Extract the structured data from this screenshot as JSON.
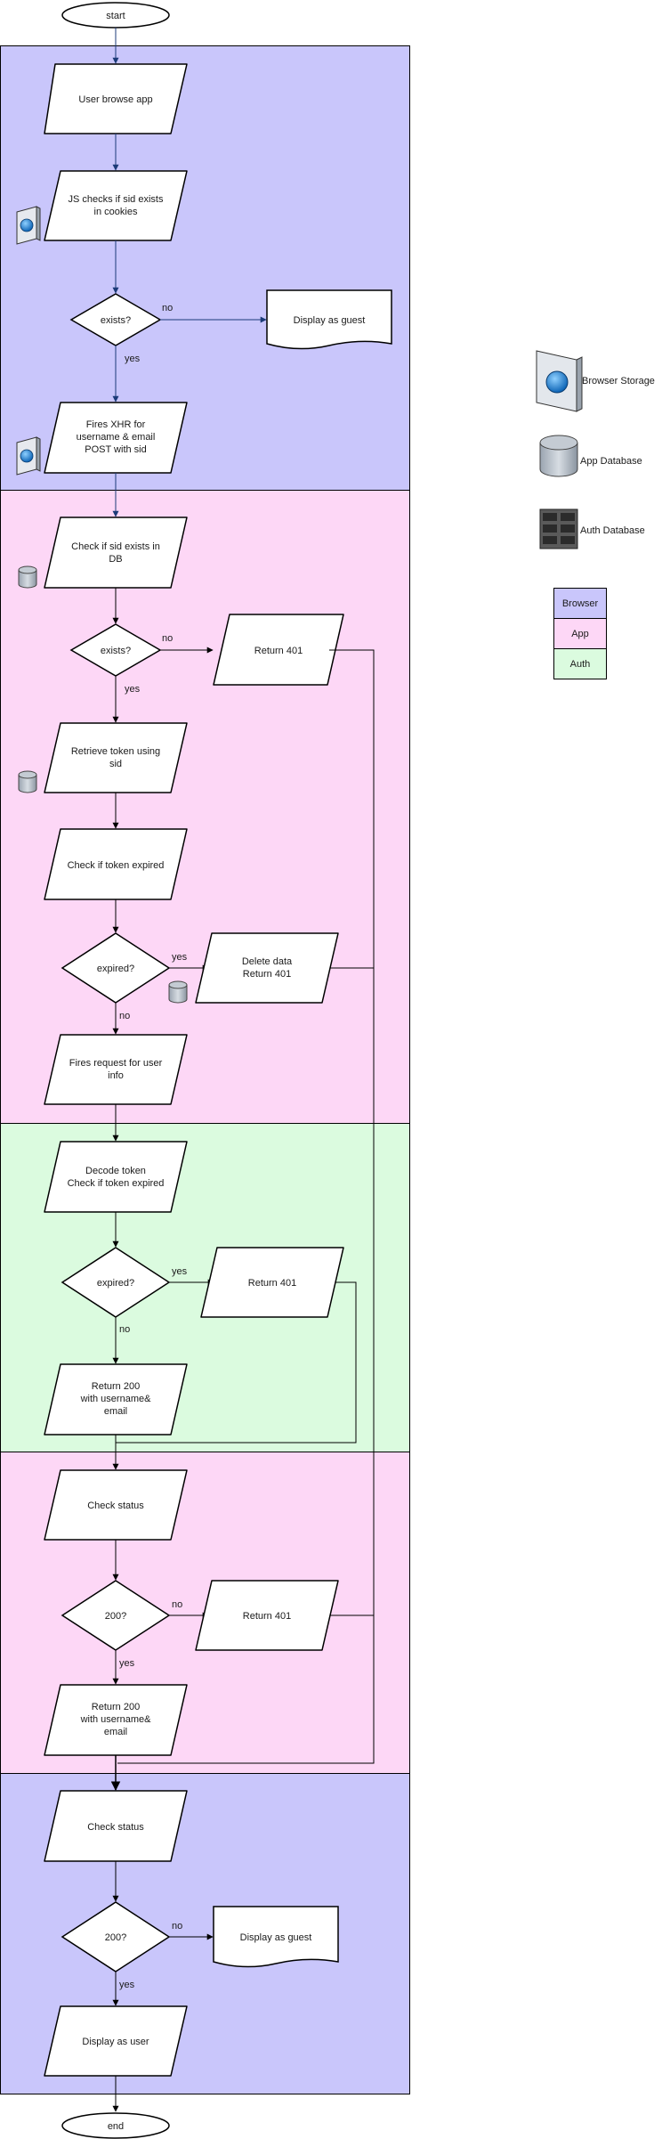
{
  "flow": {
    "start": "start",
    "end": "end",
    "user_browse": "User browse app",
    "js_check_1": "JS checks if sid exists",
    "js_check_2": "in cookies",
    "exists_q": "exists?",
    "display_guest": "Display as guest",
    "fires_xhr_1": "Fires XHR for",
    "fires_xhr_2": "username & email",
    "fires_xhr_3": "POST with sid",
    "check_sid_1": "Check if sid exists in",
    "check_sid_2": "DB",
    "exists_q2": "exists?",
    "return_401": "Return 401",
    "retrieve_token_1": "Retrieve token using",
    "retrieve_token_2": "sid",
    "check_token_expired": "Check if token expired",
    "expired_q": "expired?",
    "delete_data_1": "Delete data",
    "delete_data_2": "Return 401",
    "fires_request_1": "Fires request for user",
    "fires_request_2": "info",
    "decode_token_1": "Decode token",
    "decode_token_2": "Check if token expired",
    "expired_q2": "expired?",
    "return_401_b": "Return 401",
    "return_200_1": "Return 200",
    "return_200_2": "with username&",
    "return_200_3": "email",
    "check_status": "Check status",
    "q_200": "200?",
    "return_401_c": "Return 401",
    "return_200b_1": "Return 200",
    "return_200b_2": "with username&",
    "return_200b_3": "email",
    "check_status_2": "Check status",
    "q_200_b": "200?",
    "display_guest_2": "Display as guest",
    "display_user": "Display as user"
  },
  "edge_labels": {
    "no": "no",
    "yes": "yes"
  },
  "legend": {
    "browser_storage": "Browser Storage",
    "app_database": "App Database",
    "auth_database": "Auth Database",
    "browser": "Browser",
    "app": "App",
    "auth": "Auth"
  },
  "colors": {
    "browser_lane": "#c9c6fb",
    "app_lane": "#fdd7f6",
    "auth_lane": "#dbfbdf",
    "arrow_browser": "#1c3b78",
    "arrow_default": "#000000"
  }
}
